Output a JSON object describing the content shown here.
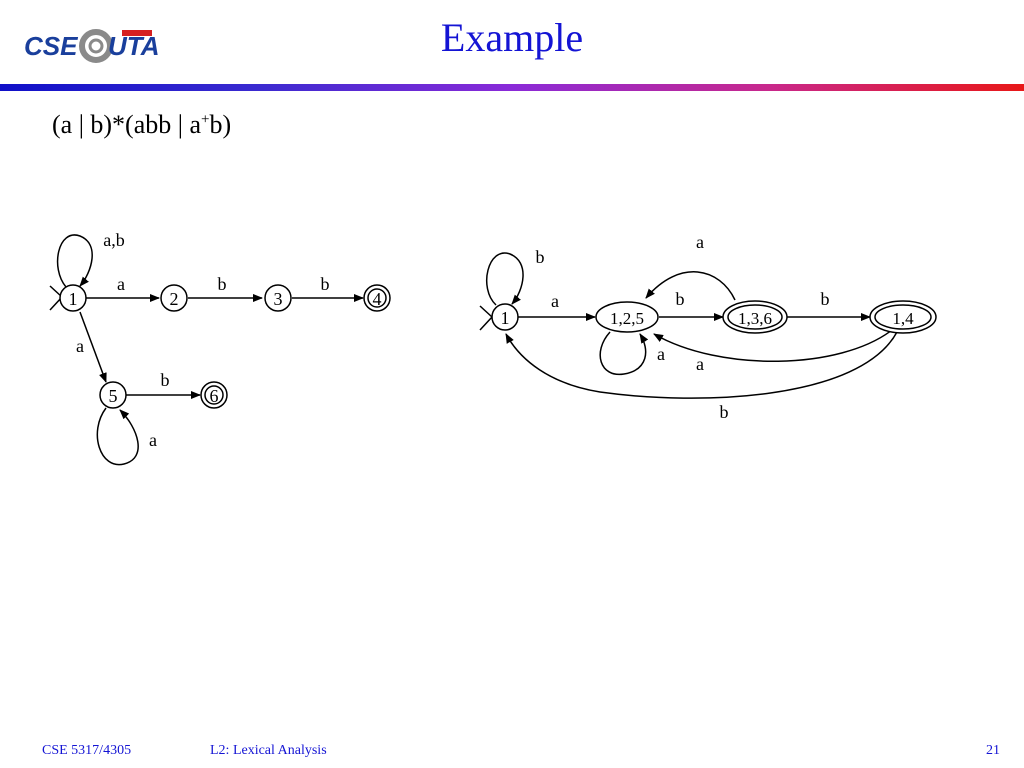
{
  "slide": {
    "title": "Example",
    "logo_text_left": "CSE",
    "logo_text_right": "UTA",
    "formula_prefix": "(a | b)*(abb | a",
    "formula_sup": "+",
    "formula_suffix": "b)"
  },
  "nfa": {
    "states": [
      "1",
      "2",
      "3",
      "4",
      "5",
      "6"
    ],
    "labels": {
      "loop1": "a,b",
      "e12": "a",
      "e23": "b",
      "e34": "b",
      "e15": "a",
      "e56": "b",
      "loop5": "a"
    }
  },
  "dfa": {
    "states": [
      "1",
      "1,2,5",
      "1,3,6",
      "1,4"
    ],
    "labels": {
      "loop1": "b",
      "e_1_125": "a",
      "e_125_136": "b",
      "e_136_14": "b",
      "e_136_125": "a",
      "loop125": "a",
      "e_14_125": "a",
      "e_14_1": "b"
    }
  },
  "footer": {
    "course": "CSE 5317/4305",
    "lecture": "L2: Lexical Analysis",
    "page": "21"
  },
  "colors": {
    "title": "#1414d4",
    "footer": "#1414d4",
    "logo_red": "#d62020",
    "logo_blue": "#1a3f9c",
    "logo_gray": "#8a8a8a"
  }
}
